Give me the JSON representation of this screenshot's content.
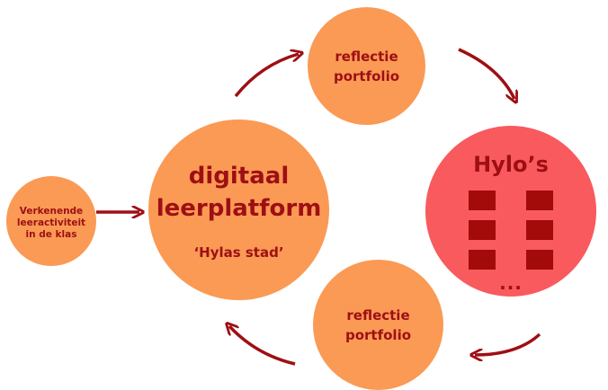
{
  "nodes": {
    "left": {
      "lines": [
        "Verkenende",
        "leeractiviteit",
        "in de klas"
      ]
    },
    "main": {
      "title_lines": [
        "digitaal",
        "leerplatform"
      ],
      "subtitle": "‘Hylas stad’"
    },
    "top": {
      "lines": [
        "reflectie",
        "portfolio"
      ]
    },
    "bottom": {
      "lines": [
        "reflectie",
        "portfolio"
      ]
    },
    "hylo": {
      "title": "Hylo’s",
      "item_count": 6,
      "ellipsis": "..."
    }
  },
  "colors": {
    "orange": "#FA9A55",
    "red": "#F85A5E",
    "dark_red": "#9E0F14",
    "square": "#A30B0B"
  }
}
